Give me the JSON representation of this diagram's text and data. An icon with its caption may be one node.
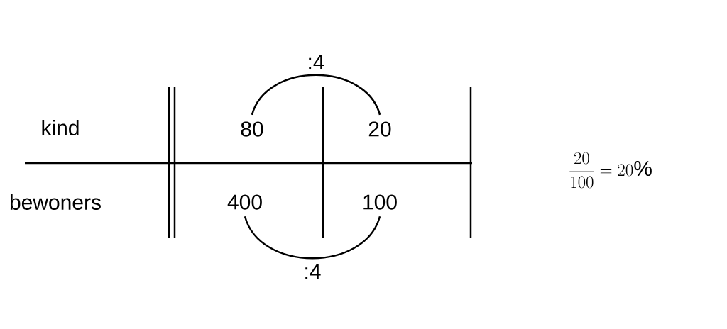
{
  "diagram": {
    "nodes": [
      {
        "text": [
          "80"
        ]
      },
      {
        "text": [
          "20"
        ]
      },
      {
        "text": [
          "400"
        ]
      },
      {
        "text": [
          "100"
        ]
      }
    ],
    "edges": [
      {
        "from": 0,
        "to": 1,
        "arrow": "none",
        "label": ":4"
      },
      {
        "from": 2,
        "to": 3,
        "arrow": "none",
        "label": ":4"
      }
    ],
    "labels": [
      "kind",
      "bewoners",
      "\\frac{20}{100} = 20\\%"
    ]
  }
}
